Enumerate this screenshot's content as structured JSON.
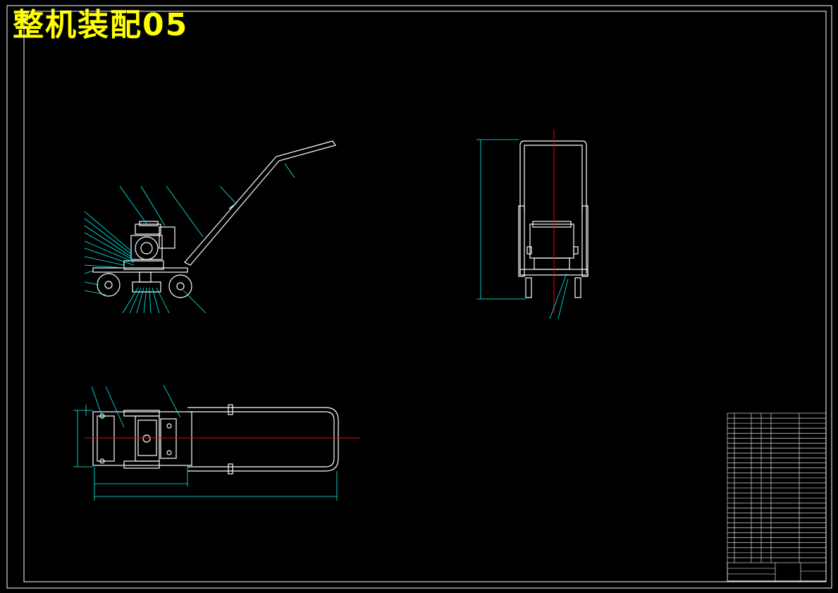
{
  "title": "整机装配05",
  "colors": {
    "background": "#000000",
    "outline": "#ffffff",
    "dimension": "#00ffff",
    "centerline": "#ff0000",
    "title": "#ffff00"
  },
  "views": [
    "side-view",
    "front-view",
    "top-view"
  ],
  "title_block": {
    "parts_list_rows": 30
  }
}
